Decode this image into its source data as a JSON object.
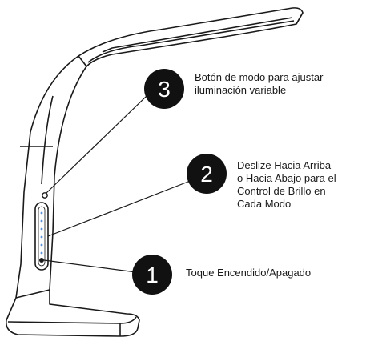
{
  "callouts": [
    {
      "number": "3",
      "lines": [
        "Botón de modo para ajustar",
        "iluminación variable"
      ]
    },
    {
      "number": "2",
      "lines": [
        "Deslize Hacia Arriba",
        "o Hacia Abajo para el",
        "Control de  Brillo en",
        "Cada Modo"
      ]
    },
    {
      "number": "1",
      "lines": [
        "Toque Encendido/Apagado"
      ]
    }
  ],
  "colors": {
    "outline": "#1a1a1a",
    "badge": "#111111",
    "led": "#5b8fd6"
  }
}
